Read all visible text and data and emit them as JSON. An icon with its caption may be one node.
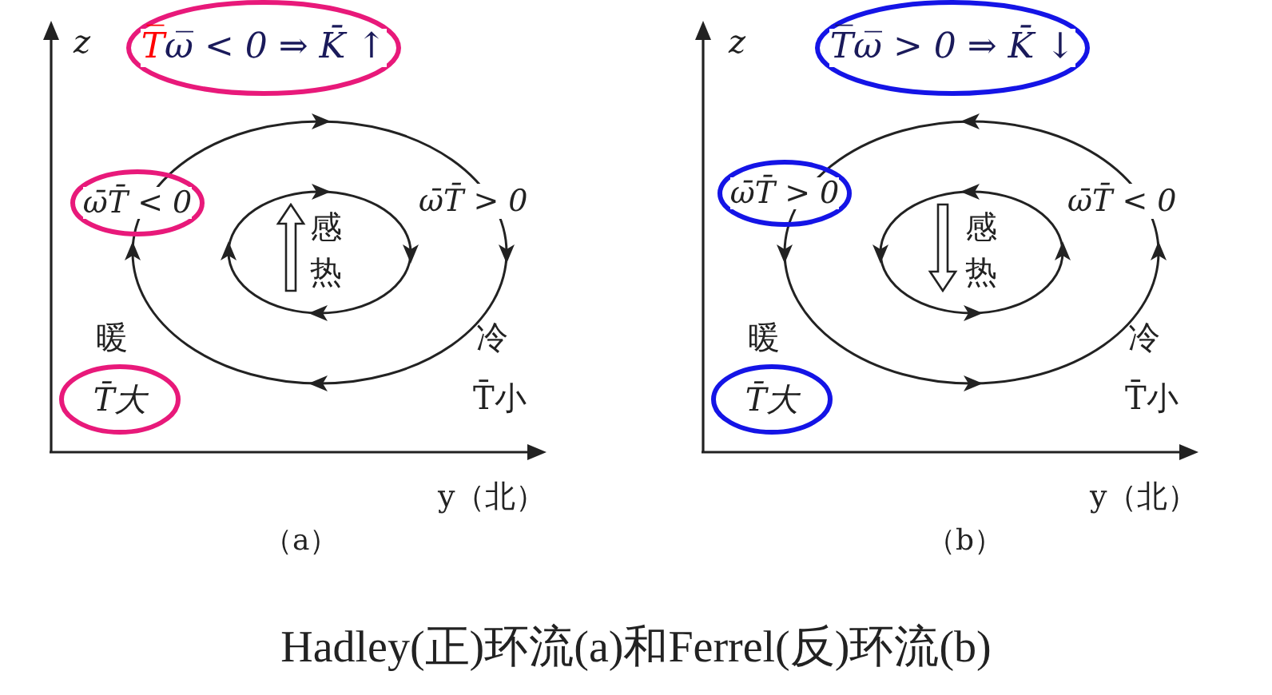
{
  "diagram": {
    "caption": "Hadley(正)环流(a)和Ferrel(反)环流(b)",
    "nodes": [
      {
        "text": [
          "T̅ω̅ < 0 ⇒ K̄ ↑"
        ]
      },
      {
        "text": [
          "ω̄T̄ < 0"
        ]
      },
      {
        "text": [
          "T̄大"
        ]
      },
      {
        "text": [
          "T̅ω̅ > 0 ⇒ K̄ ↓"
        ]
      },
      {
        "text": [
          "ω̄T̄ > 0"
        ]
      },
      {
        "text": [
          "T̄大"
        ]
      }
    ],
    "labels": [
      "z",
      "ω̄T̄ > 0",
      "感热",
      "暖",
      "冷",
      "T̄小",
      "y（北）",
      "（a）",
      "z",
      "ω̄T̄ < 0",
      "感热",
      "暖",
      "冷",
      "T̄小",
      "y（北）",
      "（b）"
    ]
  }
}
